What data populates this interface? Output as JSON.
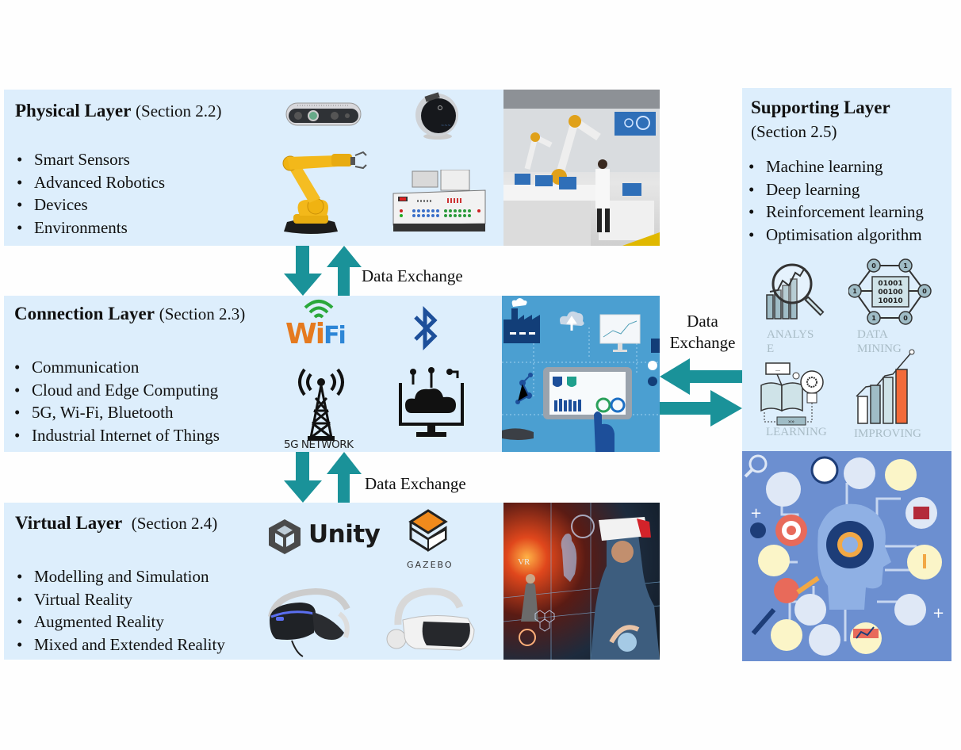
{
  "colors": {
    "layer_bg": "#ddeefc",
    "arrow": "#1a9299",
    "supporting_image_bg": "#6c8fd0",
    "connection_image_bg": "#4b9fd1"
  },
  "physical_layer": {
    "title": "Physical Layer",
    "section": "(Section 2.2)",
    "items": [
      "Smart Sensors",
      "Advanced Robotics",
      "Devices",
      "Environments"
    ],
    "icons": [
      "depth-camera-icon",
      "lidar-sensor-icon",
      "robotic-arm-icon",
      "control-panel-device-icon"
    ],
    "photo": "factory-lab-photo"
  },
  "connection_layer": {
    "title": "Connection Layer",
    "section": "(Section 2.3)",
    "items": [
      "Communication",
      "Cloud and Edge Computing",
      "5G, Wi-Fi, Bluetooth",
      "Industrial Internet of Things"
    ],
    "wifi_logo": {
      "wi": "Wi",
      "fi": "Fi"
    },
    "tower_label": "5G NETWORK",
    "photo": "iiot-dashboard-illustration"
  },
  "virtual_layer": {
    "title": "Virtual Layer",
    "section": "(Section 2.4)",
    "items": [
      "Modelling and Simulation",
      "Virtual Reality",
      "Augmented Reality",
      "Mixed and Extended Reality"
    ],
    "unity_label": "Unity",
    "gazebo_label": "GAZEBO",
    "photo_text": "VR"
  },
  "supporting_layer": {
    "title": "Supporting Layer",
    "section": "(Section 2.5)",
    "items": [
      "Machine learning",
      "Deep learning",
      "Reinforcement learning",
      "Optimisation algorithm"
    ],
    "tiles": [
      {
        "label_line1": "ANALYS",
        "label_line2": "E",
        "icon": "analyse-icon"
      },
      {
        "label_line1": "DATA",
        "label_line2": "MINING",
        "icon": "data-mining-icon",
        "bits": [
          "01001",
          "00100",
          "10010"
        ],
        "nodes": [
          "0",
          "1",
          "1",
          "0",
          "1",
          "0"
        ]
      },
      {
        "label_line1": "LEARNING",
        "label_line2": "",
        "icon": "learning-icon"
      },
      {
        "label_line1": "IMPROVING",
        "label_line2": "",
        "icon": "improving-icon"
      }
    ]
  },
  "data_exchange": {
    "physical_connection": "Data Exchange",
    "connection_virtual": "Data Exchange",
    "connection_supporting_line1": "Data",
    "connection_supporting_line2": "Exchange"
  }
}
